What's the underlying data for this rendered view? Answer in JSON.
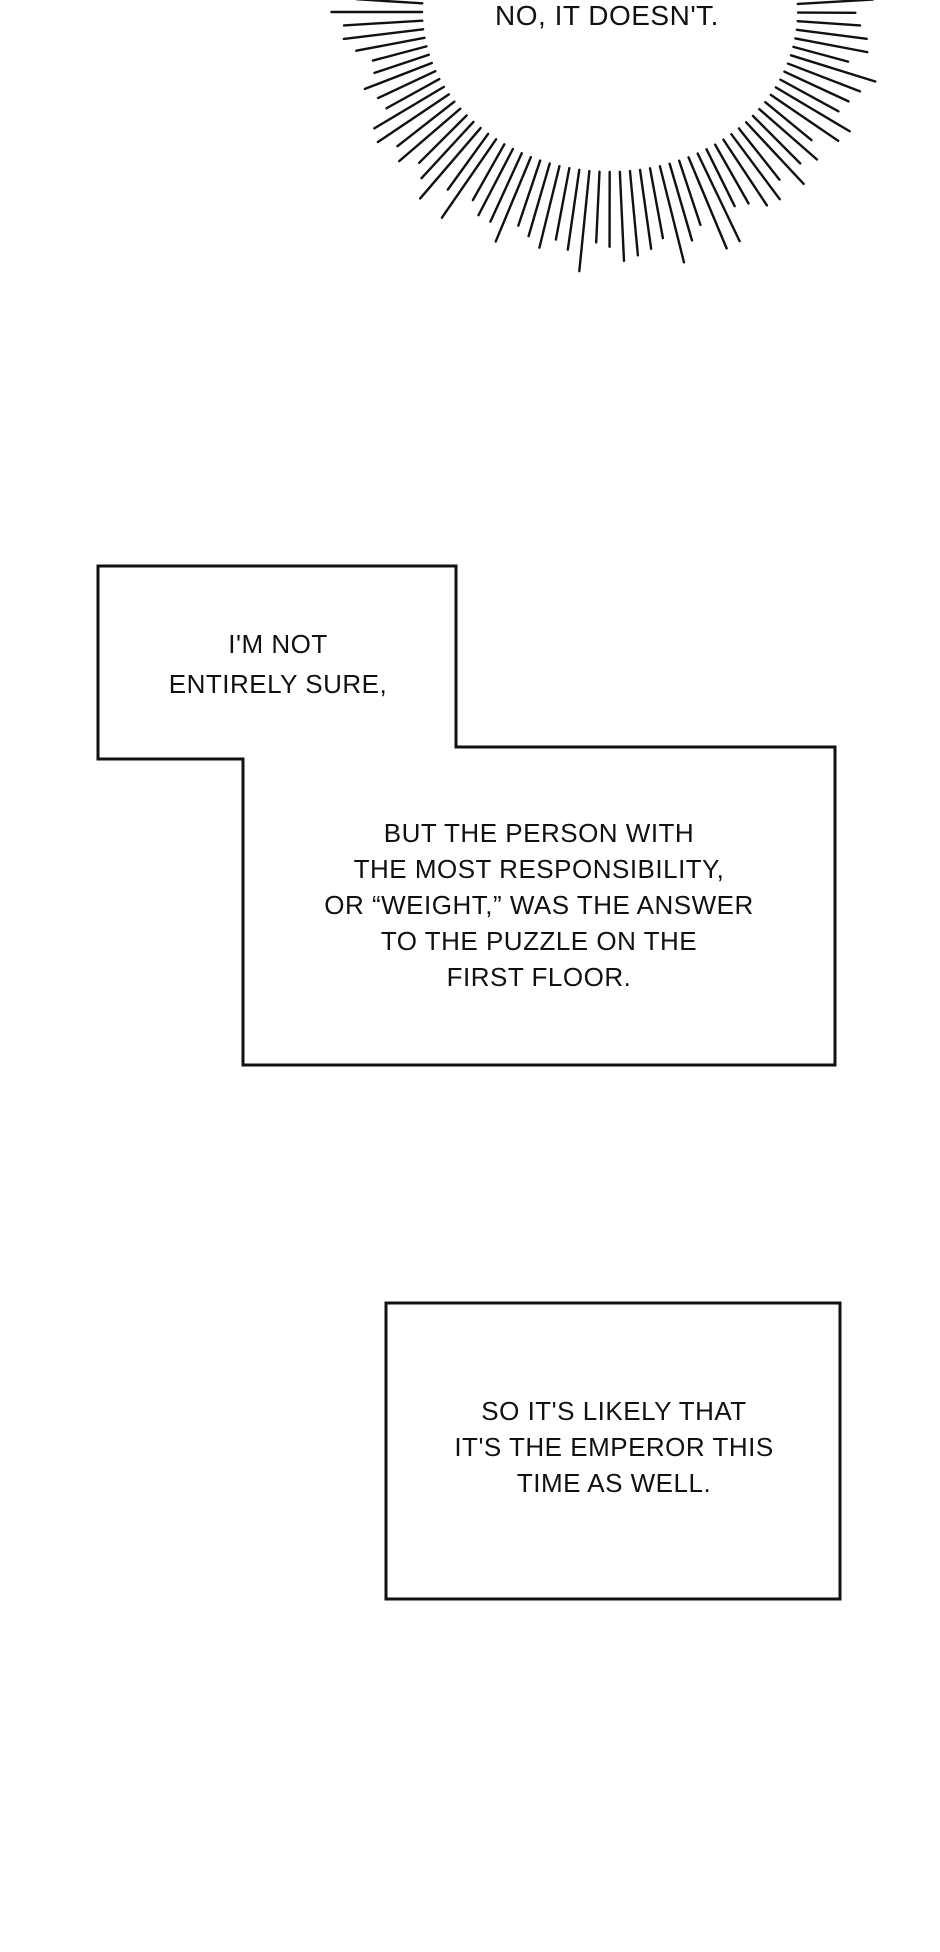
{
  "burst_bubble": {
    "text": "NO, IT DOESN'T."
  },
  "caption_1": {
    "lines": [
      "I'M NOT",
      "ENTIRELY SURE,"
    ]
  },
  "caption_2": {
    "lines": [
      "BUT THE PERSON WITH",
      "THE MOST RESPONSIBILITY,",
      "OR “WEIGHT,” WAS THE ANSWER",
      "TO THE PUZZLE ON THE",
      "FIRST FLOOR."
    ]
  },
  "caption_3": {
    "lines": [
      "SO IT'S LIKELY THAT",
      "IT'S THE EMPEROR THIS",
      "TIME AS WELL."
    ]
  },
  "colors": {
    "ink": "#111111",
    "background": "#ffffff"
  }
}
